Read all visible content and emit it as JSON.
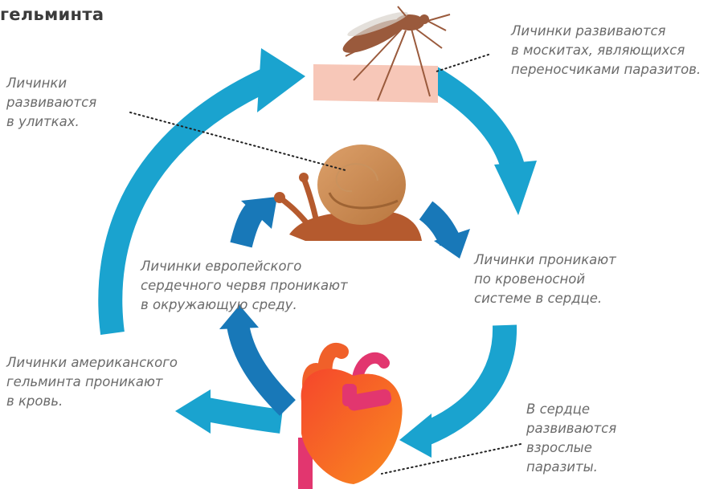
{
  "title": "гельминта",
  "captions": {
    "mosquito": [
      "Личинки развиваются",
      "в москитах, являющихся",
      "переносчиками паразитов."
    ],
    "snail": [
      "Личинки",
      "развиваются",
      "в улитках."
    ],
    "european": [
      "Личинки европейского",
      "сердечного червя проникают",
      "в окружающую среду."
    ],
    "blood_to_heart": [
      "Личинки проникают",
      "по кровеносной",
      "системе в сердце."
    ],
    "american": [
      "Личинки американского",
      "гельминта проникают",
      "в кровь."
    ],
    "adults": [
      "В сердце",
      "развиваются",
      "взрослые",
      "паразиты."
    ]
  },
  "colors": {
    "outer_arrow": "#1aa3cf",
    "inner_arrow": "#1878b8",
    "skin": "#f7c7b8",
    "mosquito": "#9a5a3c",
    "snail_shell": "#c98a52",
    "snail_body": "#b55a2e",
    "heart": "#f0602a",
    "heart_vessel": "#e2366f",
    "caption_text": "#6b6b6b",
    "title_text": "#3b3b3b"
  }
}
